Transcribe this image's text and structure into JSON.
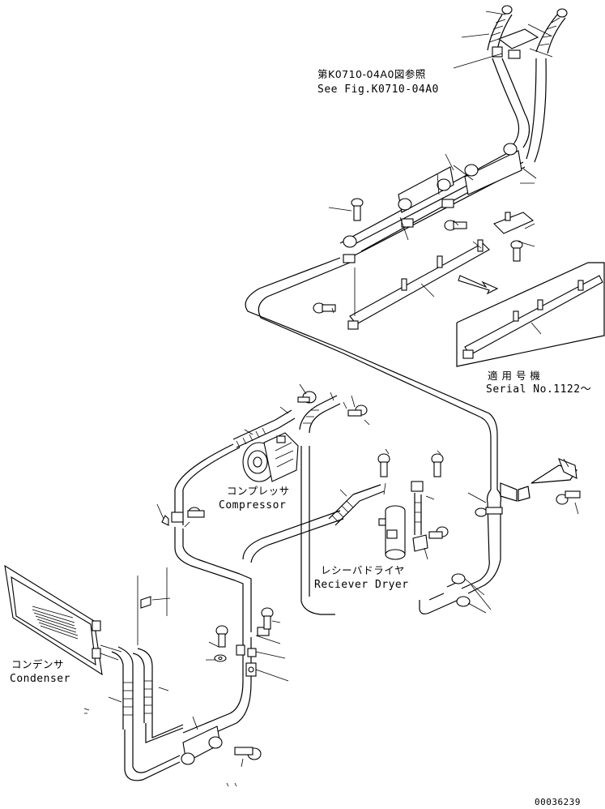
{
  "refs": {
    "line1": "第K0710-04A0図参照",
    "line2": "See Fig.K0710-04A0"
  },
  "serial": {
    "line1": "適 用 号 機",
    "line2": "Serial No.1122～"
  },
  "compressor": {
    "jp": "コンプレッサ",
    "en": "Compressor"
  },
  "receiver_dryer": {
    "jp": "レシーバドライヤ",
    "en": "Reciever Dryer"
  },
  "condenser": {
    "jp": "コンデンサ",
    "en": "Condenser"
  },
  "drawing_number": "00036239"
}
